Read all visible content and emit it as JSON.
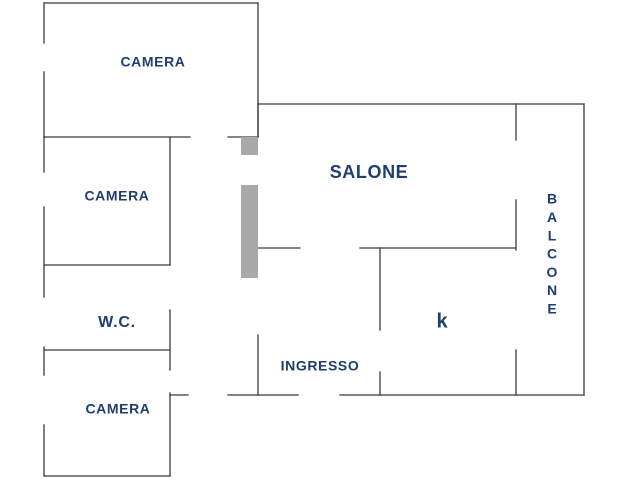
{
  "rooms": {
    "camera_top": "CAMERA",
    "camera_mid": "CAMERA",
    "wc": "W.C.",
    "camera_bottom": "CAMERA",
    "salone": "SALONE",
    "ingresso": "INGRESSO",
    "kitchen": "k",
    "balcone_letters": [
      "B",
      "A",
      "L",
      "C",
      "O",
      "N",
      "E"
    ]
  },
  "colors": {
    "label": "#1f3d6e",
    "wall": "#3a3a3a",
    "pillar": "#a9a9a9"
  }
}
